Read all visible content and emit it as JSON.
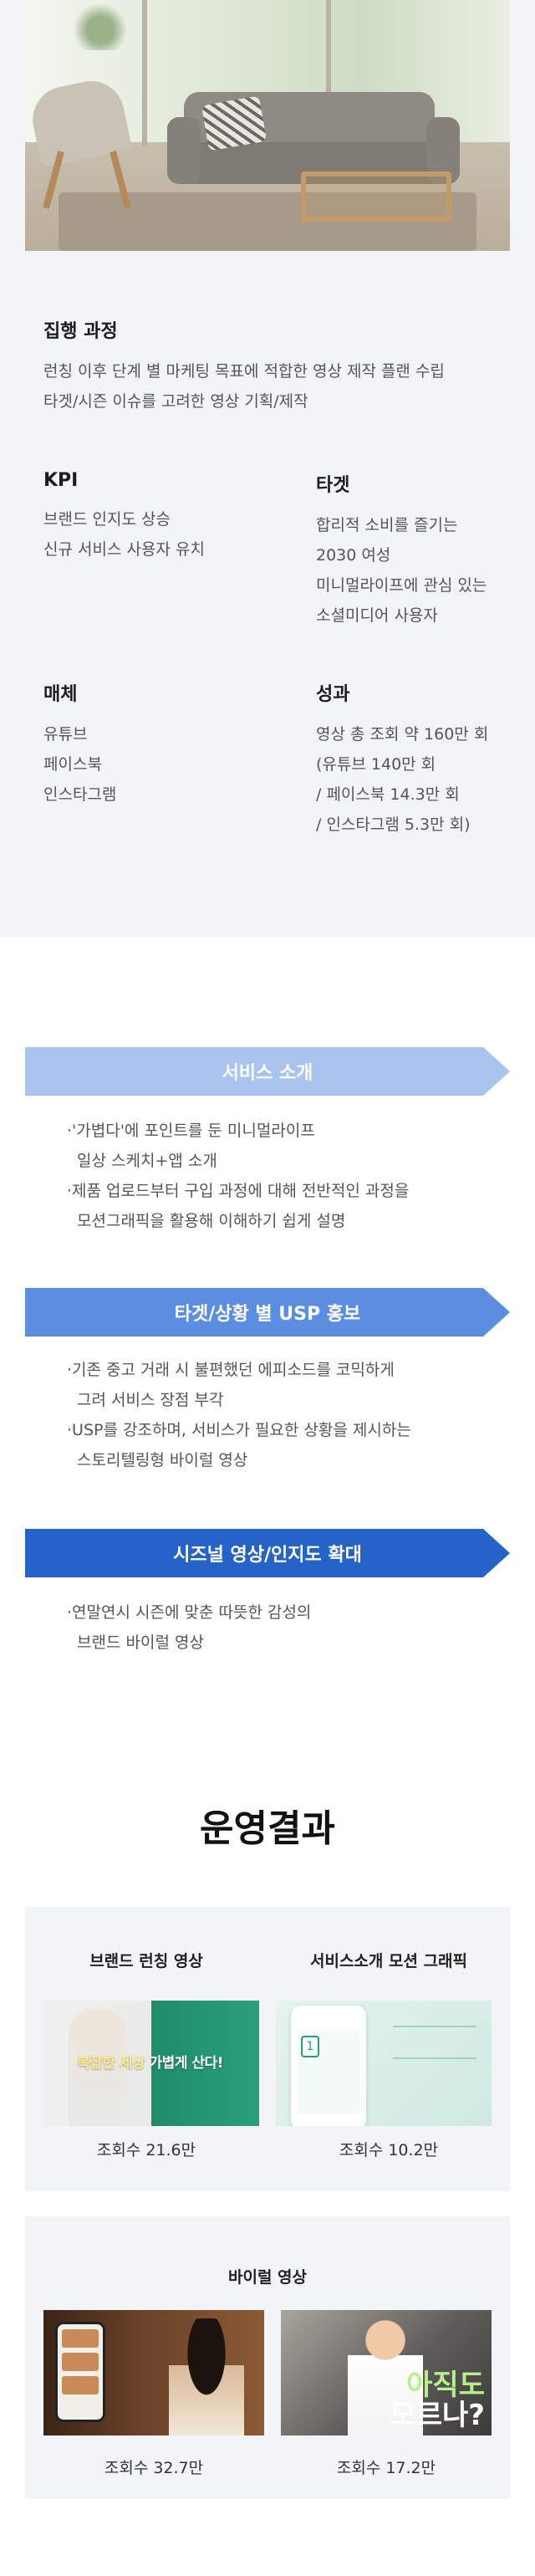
{
  "project": {
    "process": {
      "title": "집행 과정",
      "lines": [
        "런칭 이후 단계 별 마케팅 목표에 적합한 영상 제작 플랜 수립",
        "타겟/시즌 이슈를 고려한 영상 기획/제작"
      ]
    },
    "kpi": {
      "title": "KPI",
      "lines": [
        "브랜드 인지도 상승",
        "신규 서비스 사용자 유치"
      ]
    },
    "target": {
      "title": "타겟",
      "lines": [
        "합리적 소비를 즐기는",
        "2030 여성",
        "미니멀라이프에 관심 있는",
        "소셜미디어 사용자"
      ]
    },
    "media": {
      "title": "매체",
      "lines": [
        "유튜브",
        "페이스북",
        "인스타그램"
      ]
    },
    "result": {
      "title": "성과",
      "lines": [
        "영상 총 조회 약 160만 회",
        "(유튜브 140만 회",
        "/ 페이스북 14.3만 회",
        "/ 인스타그램 5.3만 회)"
      ]
    }
  },
  "strategy": [
    {
      "title": "서비스 소개",
      "color": "#a9c4ee",
      "lines": [
        "·'가볍다'에 포인트를 둔  미니멀라이프",
        "일상 스케치+앱 소개",
        "·제품 업로드부터 구입 과정에 대해 전반적인 과정을",
        "모션그래픽을 활용해 이해하기 쉽게 설명"
      ]
    },
    {
      "title": "타겟/상황 별 USP 홍보",
      "color": "#5b8ee0",
      "lines": [
        "·기존 중고 거래 시 불편했던 에피소드를 코믹하게",
        "그려 서비스 장점 부각",
        "·USP를 강조하며, 서비스가 필요한 상황을 제시하는",
        "스토리텔링형 바이럴 영상"
      ]
    },
    {
      "title": "시즈널 영상/인지도 확대",
      "color": "#2563c9",
      "lines": [
        "·연말연시 시즌에 맞춘 따뜻한 감성의",
        "브랜드 바이럴 영상"
      ]
    }
  ],
  "results": {
    "title": "운영결과",
    "card1": {
      "left": {
        "title": "브랜드 런칭 영상",
        "views": "조회수 21.6만",
        "overlay_a": "복잡한 세상",
        "overlay_b": "가볍게 산다!"
      },
      "right": {
        "title": "서비스소개 모션 그래픽",
        "views": "조회수 10.2만",
        "digit": "1"
      }
    },
    "card2": {
      "title": "바이럴 영상",
      "left": {
        "views": "조회수 32.7만"
      },
      "right": {
        "views": "조회수 17.2만",
        "overlay_a": "아직도",
        "overlay_b": "모르나?"
      }
    }
  }
}
